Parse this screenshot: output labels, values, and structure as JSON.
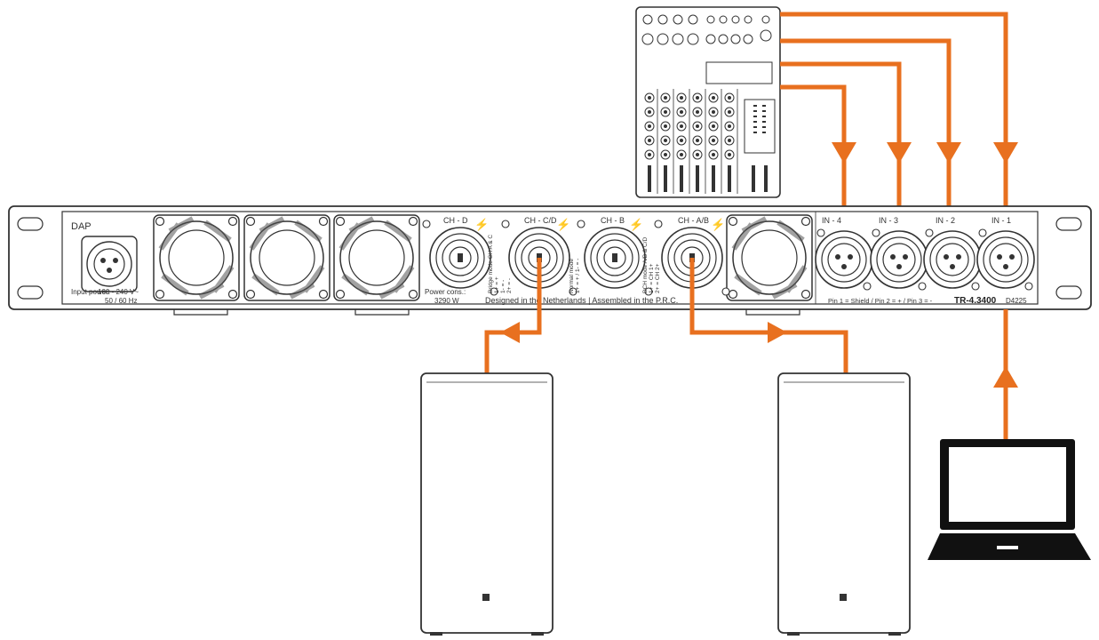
{
  "colors": {
    "cable": "#e8701f",
    "line": "#333333",
    "panel": "#ffffff"
  },
  "amplifier": {
    "brand": "DAP",
    "power_input_label": "Input power:",
    "power_input_value": "100 - 240 V~",
    "power_input_freq": "50 / 60 Hz",
    "power_cons_label": "Power cons.:",
    "power_cons_value": "3290 W",
    "channels": {
      "ch_d": "CH - D",
      "ch_cd": "CH - C/D",
      "ch_b": "CH - B",
      "ch_ab": "CH - A/B"
    },
    "bridge_note": "Bridge mode CH A & C",
    "bridge_pins": [
      "1+ = +",
      "1- = -",
      "2+ = -"
    ],
    "normal_note": "Normal mode",
    "normal_pins": "1+ = + / 1- = -",
    "dch_note": "DCH mode A/B & C/D",
    "dch_pins": [
      "1+ = CH 1+",
      "1- = CH 1-",
      "2+ = CH 2+",
      "2- = CH 2-"
    ],
    "origin_text": "Designed in the Netherlands | Assembled in the P.R.C.",
    "inputs": [
      "IN - 4",
      "IN - 3",
      "IN - 2",
      "IN - 1"
    ],
    "pin_text": "Pin 1 = Shield / Pin 2 = + / Pin 3 = -",
    "model": "TR-4.3400",
    "model_code": "D4225"
  }
}
